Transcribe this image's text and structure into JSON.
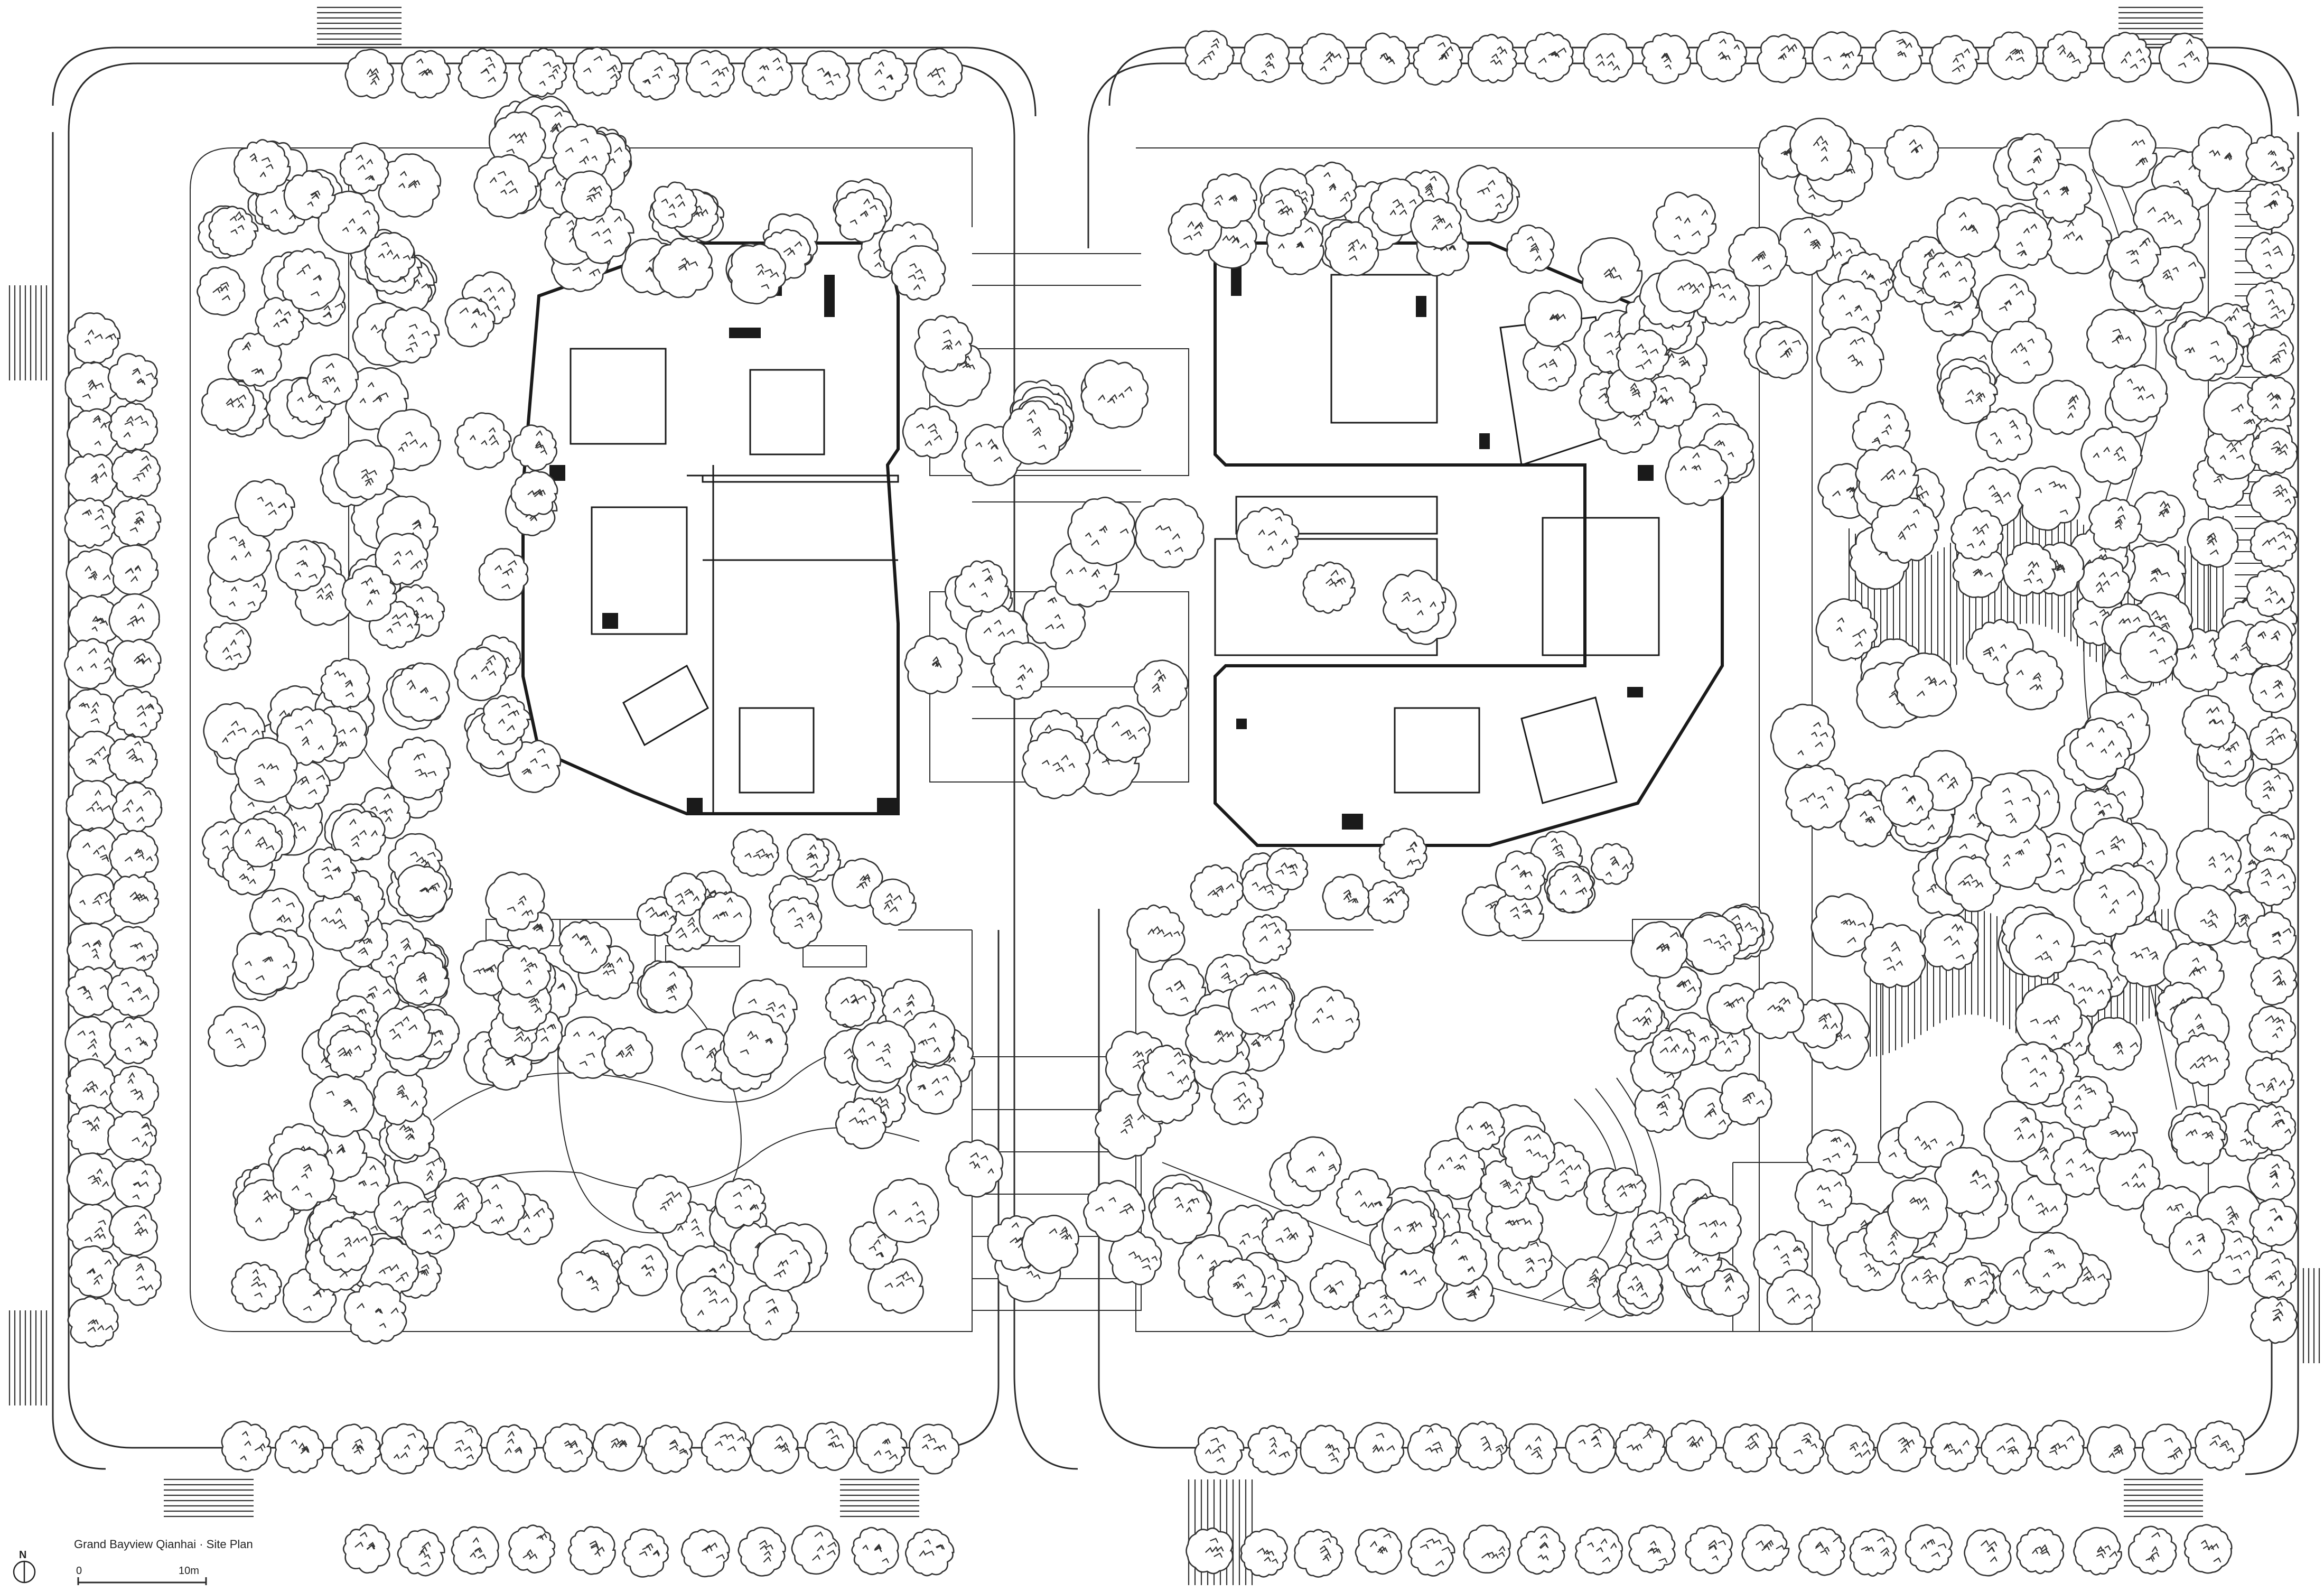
{
  "caption": "Grand Bayview Qianhai · Site Plan",
  "north_label": "N",
  "scale_bar": {
    "start_label": "0",
    "end_label": "10m"
  }
}
